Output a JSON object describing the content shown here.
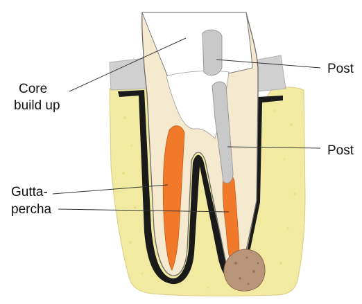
{
  "labels": {
    "core_build_up_line1": "Core",
    "core_build_up_line2": "build up",
    "post_upper": "Post",
    "post_lower": "Post",
    "gutta_percha_line1": "Gutta-",
    "gutta_percha_line2": "percha"
  },
  "colors": {
    "bone": "#f2eaa0",
    "bone_speckle": "#e8dc78",
    "tooth_dentin": "#f5ead0",
    "crown_core": "#ffffff",
    "root_canal_outline": "#1a1a1a",
    "gutta_percha": "#f07a2a",
    "post_metal": "#c9c9c9",
    "gingiva_crown_edge": "#d0d0d0",
    "lesion": "#b89478",
    "leader_line": "#333333"
  },
  "icons": {
    "diagram": "tooth-root-canal-cross-section"
  }
}
